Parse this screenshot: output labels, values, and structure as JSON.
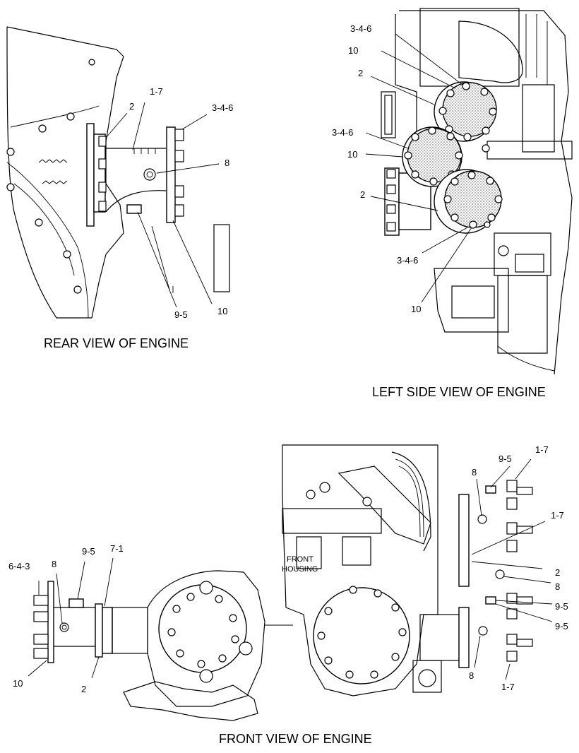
{
  "views": {
    "rear": {
      "title": "REAR VIEW OF ENGINE",
      "callouts": [
        "1-7",
        "2",
        "3-4-6",
        "8",
        "9-5",
        "10"
      ]
    },
    "left_side": {
      "title": "LEFT SIDE VIEW OF ENGINE",
      "callouts": [
        "3-4-6",
        "10",
        "2",
        "3-4-6",
        "10",
        "2",
        "3-4-6",
        "10"
      ]
    },
    "front": {
      "title": "FRONT VIEW OF ENGINE",
      "housing_label_line1": "FRONT",
      "housing_label_line2": "HOUSING",
      "left_callouts": [
        "6-4-3",
        "8",
        "9-5",
        "7-1",
        "10",
        "2"
      ],
      "right_callouts": [
        "8",
        "9-5",
        "1-7",
        "1-7",
        "2",
        "8",
        "9-5",
        "9-5",
        "8",
        "1-7"
      ]
    }
  }
}
